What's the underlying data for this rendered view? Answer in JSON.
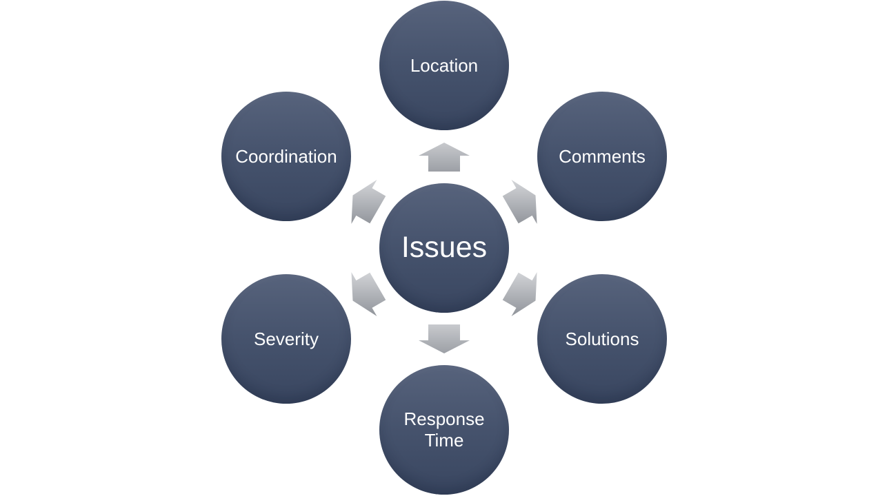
{
  "diagram": {
    "type": "diverging-radial",
    "center": {
      "label": "Issues"
    },
    "nodes": [
      {
        "label": "Location",
        "position": "top"
      },
      {
        "label": "Comments",
        "position": "top-right"
      },
      {
        "label": "Solutions",
        "position": "bottom-right"
      },
      {
        "label": "Response Time",
        "position": "bottom"
      },
      {
        "label": "Severity",
        "position": "bottom-left"
      },
      {
        "label": "Coordination",
        "position": "top-left"
      }
    ],
    "arrows": [
      "up",
      "up-right",
      "down-right",
      "down",
      "down-left",
      "up-left"
    ]
  },
  "colors": {
    "background": "#ffffff",
    "node_gradient_top": "#57637c",
    "node_gradient_mid": "#46536d",
    "node_gradient_bottom": "#394660",
    "arrow_gradient_light": "#d0d2d5",
    "arrow_gradient_dark": "#94989e",
    "text": "#ffffff"
  }
}
